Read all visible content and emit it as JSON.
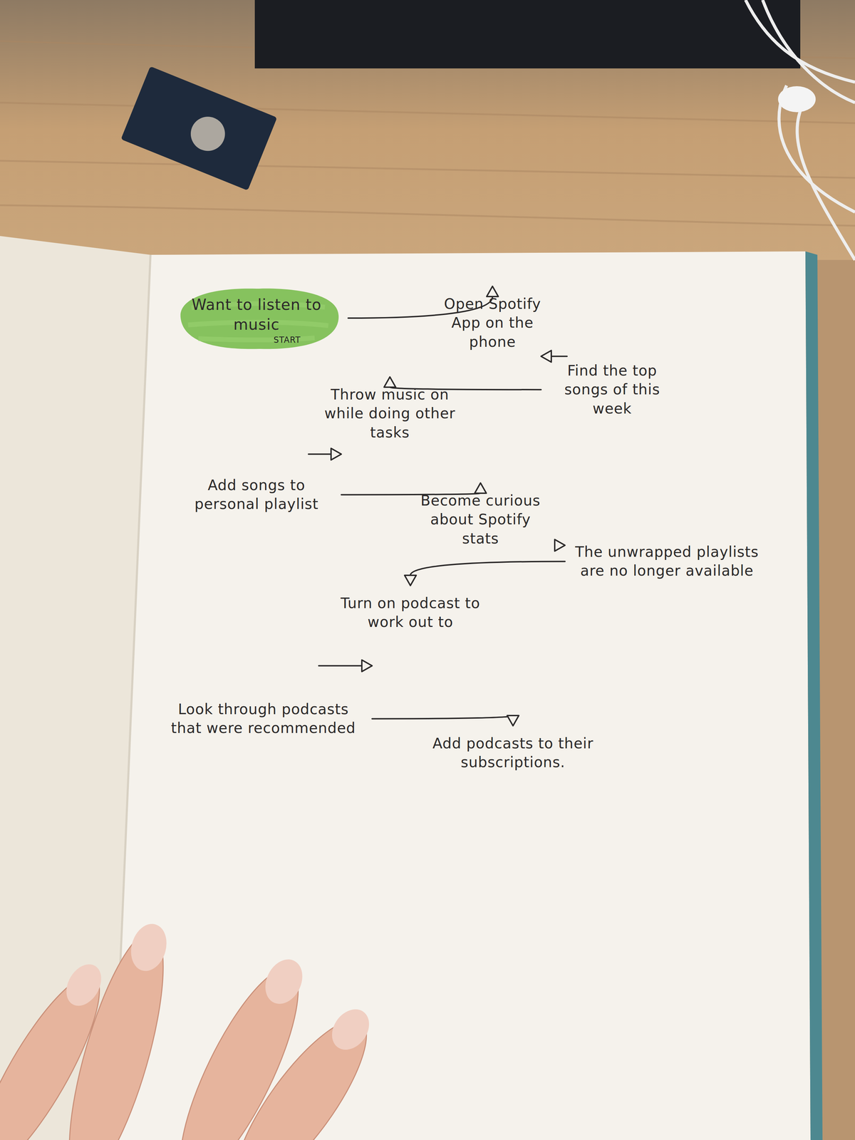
{
  "diagram": {
    "nodes": [
      {
        "text": [
          "Want to listen to music",
          "START"
        ]
      },
      {
        "text": [
          "Open Spotify App on the phone"
        ]
      },
      {
        "text": [
          "Find the top songs of this week"
        ]
      },
      {
        "text": [
          "Throw music on while doing other tasks"
        ]
      },
      {
        "text": [
          "Add songs to personal playlist"
        ]
      },
      {
        "text": [
          "Become curious about Spotify stats"
        ]
      },
      {
        "text": [
          "The unwrapped playlists are no longer available"
        ]
      },
      {
        "text": [
          "Turn on podcast to work out to"
        ]
      },
      {
        "text": [
          "Look through podcasts that were recommended"
        ]
      },
      {
        "text": [
          "Add podcasts to their subscriptions."
        ]
      }
    ],
    "edges": [
      {
        "from": 0,
        "to": 1,
        "arrow": "to"
      },
      {
        "from": 1,
        "to": 2,
        "arrow": "to"
      },
      {
        "from": 2,
        "to": 3,
        "arrow": "to"
      },
      {
        "from": 3,
        "to": 4,
        "arrow": "to"
      },
      {
        "from": 4,
        "to": 5,
        "arrow": "to"
      },
      {
        "from": 5,
        "to": 6,
        "arrow": "to"
      },
      {
        "from": 6,
        "to": 7,
        "arrow": "to"
      },
      {
        "from": 7,
        "to": 8,
        "arrow": "to"
      },
      {
        "from": 8,
        "to": 9,
        "arrow": "to"
      }
    ]
  }
}
